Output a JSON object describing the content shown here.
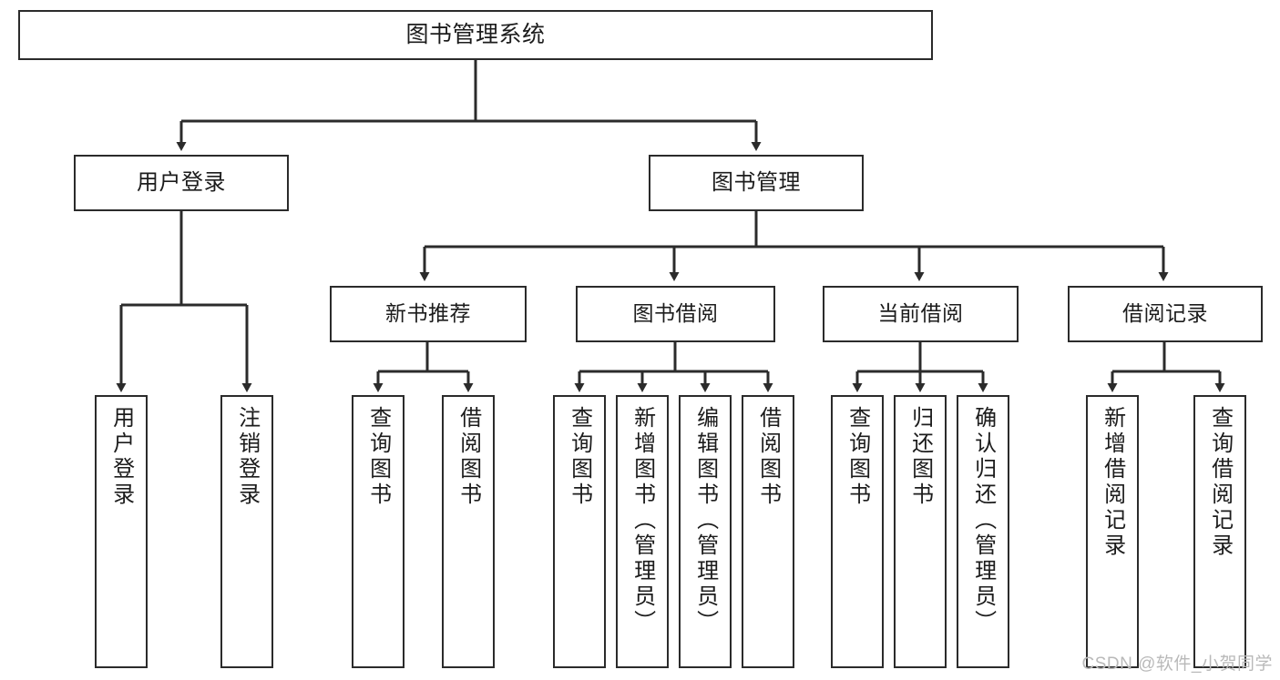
{
  "diagram": {
    "title": "图书管理系统",
    "type": "hierarchy-tree",
    "root": {
      "label": "图书管理系统"
    },
    "level1": [
      {
        "label": "用户登录"
      },
      {
        "label": "图书管理"
      }
    ],
    "level2": [
      {
        "label": "新书推荐"
      },
      {
        "label": "图书借阅"
      },
      {
        "label": "当前借阅"
      },
      {
        "label": "借阅记录"
      }
    ],
    "leaves": {
      "user_login": [
        {
          "label": "用户登录"
        },
        {
          "label": "注销登录"
        }
      ],
      "new_book_recommend": [
        {
          "label": "查询图书"
        },
        {
          "label": "借阅图书"
        }
      ],
      "book_borrow": [
        {
          "label": "查询图书"
        },
        {
          "label": "新增图书（管理员）"
        },
        {
          "label": "编辑图书（管理员）"
        },
        {
          "label": "借阅图书"
        }
      ],
      "current_borrow": [
        {
          "label": "查询图书"
        },
        {
          "label": "归还图书"
        },
        {
          "label": "确认归还（管理员）"
        }
      ],
      "borrow_record": [
        {
          "label": "新增借阅记录"
        },
        {
          "label": "查询借阅记录"
        }
      ]
    },
    "watermark": "CSDN @软件_小贺同学",
    "colors": {
      "stroke": "#2b2b2b",
      "box_fill": "#ffffff",
      "text": "#1c1c1c",
      "watermark": "#b9b9b9",
      "background": "#ffffff"
    }
  }
}
